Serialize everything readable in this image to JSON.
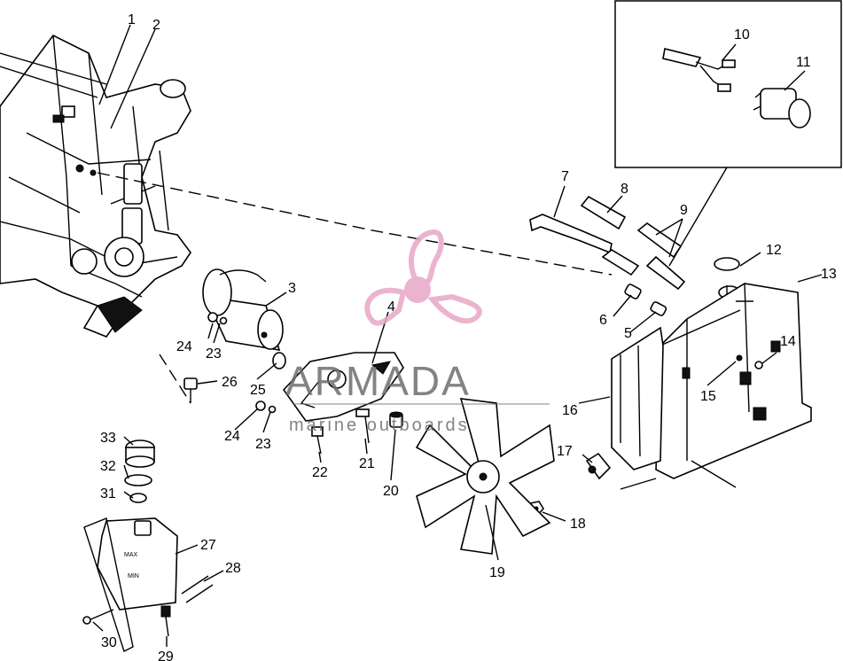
{
  "watermark": {
    "brand": "ARMADA",
    "tagline": "marine outboards",
    "logo_color": "#e8a7c6",
    "text_color": "#6e6e6e"
  },
  "callouts": {
    "c1": "1",
    "c2": "2",
    "c3": "3",
    "c4": "4",
    "c5": "5",
    "c6": "6",
    "c7": "7",
    "c8": "8",
    "c9": "9",
    "c10": "10",
    "c11": "11",
    "c12": "12",
    "c13": "13",
    "c14": "14",
    "c15": "15",
    "c16": "16",
    "c17": "17",
    "c18": "18",
    "c19": "19",
    "c20": "20",
    "c21": "21",
    "c22": "22",
    "c23a": "23",
    "c23b": "23",
    "c24a": "24",
    "c24b": "24",
    "c25": "25",
    "c26": "26",
    "c27": "27",
    "c28": "28",
    "c29": "29",
    "c30": "30",
    "c31": "31",
    "c32": "32",
    "c33": "33"
  },
  "tank_labels": {
    "max": "MAX",
    "min": "MIN"
  }
}
